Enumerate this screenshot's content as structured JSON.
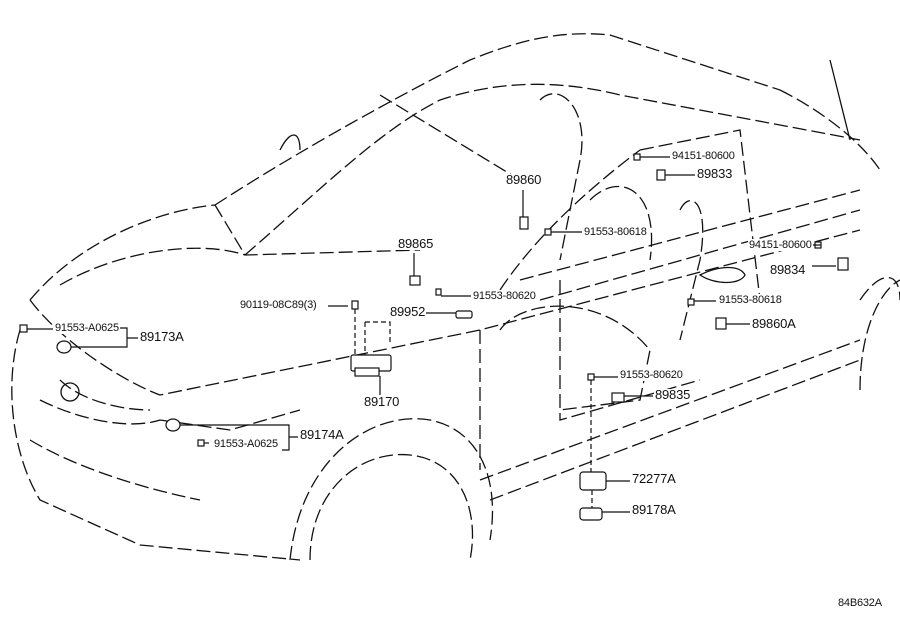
{
  "diagram_id": "84B632A",
  "parts": {
    "p94151_top": "94151-80600",
    "p89833": "89833",
    "p89860": "89860",
    "p91553_80618_top": "91553-80618",
    "p89865": "89865",
    "p91553_80620_top": "91553-80620",
    "p94151_right": "94151-80600",
    "p89834": "89834",
    "p90119": "90119-08C89(3)",
    "p89952": "89952",
    "p91553_80618_right": "91553-80618",
    "p91553_A0625_top": "91553-A0625",
    "p89173A": "89173A",
    "p89860A": "89860A",
    "p89170": "89170",
    "p91553_80620_low": "91553-80620",
    "p89835": "89835",
    "p91553_A0625_low": "91553-A0625",
    "p89174A": "89174A",
    "p72277A": "72277A",
    "p89178A": "89178A"
  },
  "colors": {
    "line": "#111111",
    "background": "#ffffff"
  }
}
